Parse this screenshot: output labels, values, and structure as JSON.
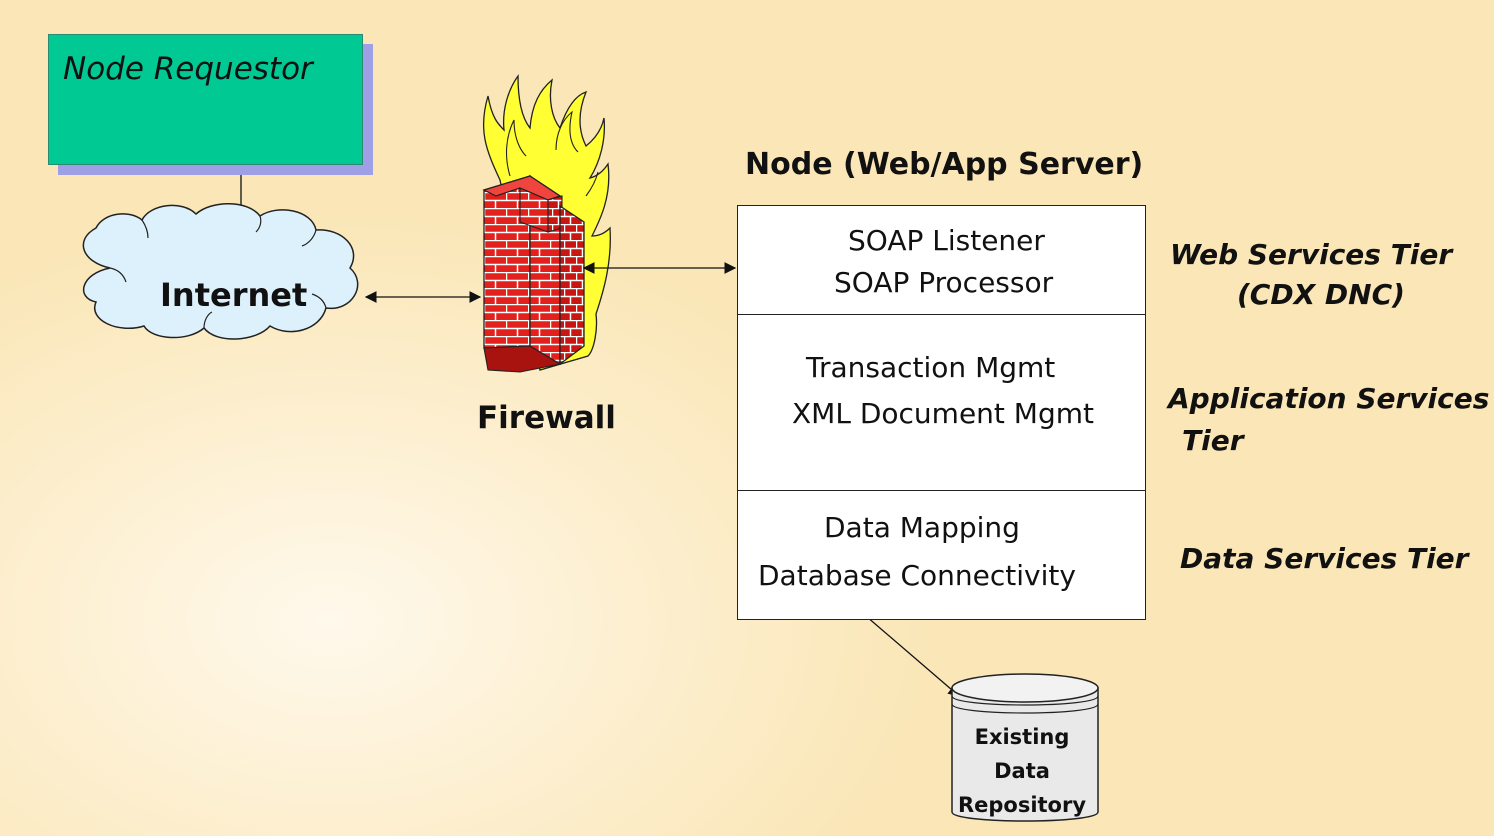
{
  "requestor": {
    "label": "Node Requestor"
  },
  "internet": {
    "label": "Internet"
  },
  "firewall": {
    "label": "Firewall"
  },
  "node": {
    "title": "Node (Web/App Server)",
    "tiers": [
      {
        "lines": [
          "SOAP Listener",
          "SOAP Processor"
        ],
        "description": [
          "Web Services Tier",
          "(CDX DNC)"
        ]
      },
      {
        "lines": [
          "Transaction Mgmt",
          "XML Document Mgmt"
        ],
        "description": [
          "Application Services",
          "Tier"
        ]
      },
      {
        "lines": [
          "Data Mapping",
          "Database Connectivity"
        ],
        "description": [
          "Data Services Tier"
        ]
      }
    ]
  },
  "repository": {
    "lines": [
      "Existing",
      "Data",
      "Repository"
    ]
  },
  "colors": {
    "requestor_fill": "#00c994",
    "requestor_shadow": "#9f9fe6",
    "cloud_fill": "#ddf1fc",
    "brick": "#e2201c",
    "flame": "#ffff33",
    "db_fill": "#e9e9e9"
  }
}
